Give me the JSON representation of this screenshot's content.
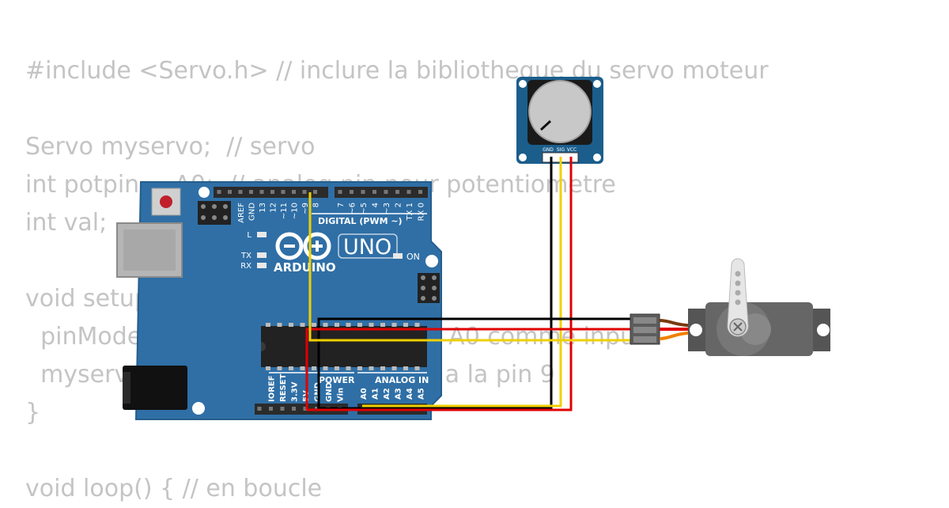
{
  "code": {
    "lines": [
      "#include <Servo.h> // inclure la bibliotheque du servo moteur",
      "",
      "Servo myservo;  // servo",
      "int potpin = A0;  // analog pin pour potentiometre",
      "int val;",
      "",
      "void setup() {",
      "  pinMode(potpin, INPUT); // mettre A0 comme input",
      "  myservo.attach(9); // lier le servo a la pin 9",
      "}",
      "",
      "void loop() { // en boucle"
    ]
  },
  "arduino": {
    "model": "UNO",
    "brand": "ARDUINO",
    "digital_label": "DIGITAL (PWM ~)",
    "power_label": "POWER",
    "analog_label": "ANALOG IN",
    "on_label": "ON",
    "led_labels": [
      "L",
      "TX",
      "RX"
    ],
    "digital_pins": [
      "AREF",
      "GND",
      "13",
      "12",
      "~11",
      "~10",
      "~9",
      "8",
      "7",
      "~6",
      "~5",
      "4",
      "~3",
      "2",
      "TX 1",
      "RX 0"
    ],
    "power_pins": [
      "IOREF",
      "RESET",
      "3.3V",
      "5V",
      "GND",
      "GND",
      "Vin"
    ],
    "analog_pins": [
      "A0",
      "A1",
      "A2",
      "A3",
      "A4",
      "A5"
    ]
  },
  "potentiometer": {
    "pins": [
      "GND",
      "SIG",
      "VCC"
    ]
  },
  "wires": {
    "gnd": "#000000",
    "vcc": "#e00000",
    "signal": "#f0d000"
  },
  "colors": {
    "board": "#2f6fa6",
    "module": "#1b5e8c",
    "servo_body": "#5a5a5a",
    "code_text": "#c4c4c4"
  }
}
